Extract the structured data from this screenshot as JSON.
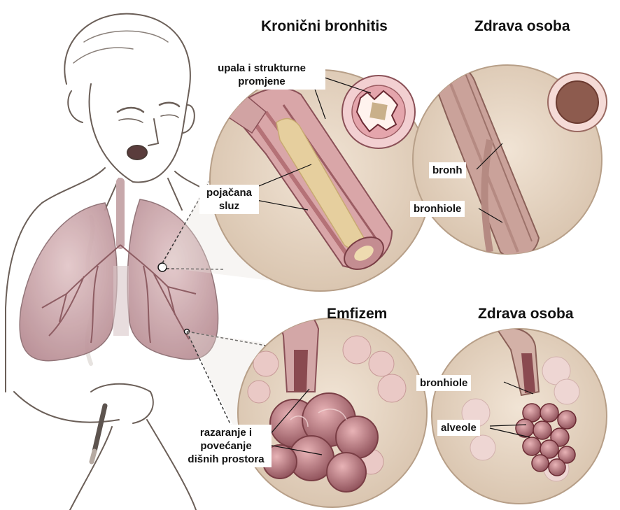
{
  "titles": {
    "chronic_bronchitis": "Kronični bronhitis",
    "healthy_top": "Zdrava osoba",
    "emphysema": "Emfizem",
    "healthy_bottom": "Zdrava osoba"
  },
  "labels": {
    "inflammation": "upala i strukturne promjene",
    "mucus": "pojačana sluz",
    "bronchus": "bronh",
    "bronchioles_top": "bronhiole",
    "destruction": "razaranje i povećanje dišnih prostora",
    "bronchioles_bottom": "bronhiole",
    "alveoli": "alveole"
  },
  "colors": {
    "circle_fill": "#e9dac9",
    "tissue_pink": "#c98f93",
    "tissue_dark": "#8a5057",
    "mucus": "#e6cf9e",
    "lung": "#c7a1a6",
    "outline": "#6b5f58"
  }
}
